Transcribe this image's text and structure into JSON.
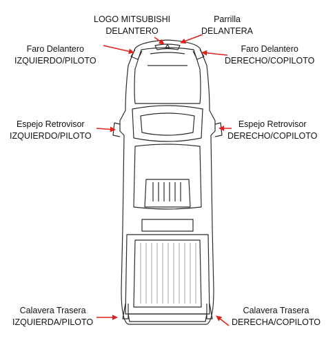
{
  "labels": {
    "logo": {
      "line1": "LOGO MITSUBISHI",
      "line2": "DELANTERO"
    },
    "grille": {
      "line1": "Parrilla",
      "line2": "DELANTERA"
    },
    "headlight_left": {
      "line1": "Faro Delantero",
      "line2": "IZQUIERDO/PILOTO"
    },
    "headlight_right": {
      "line1": "Faro Delantero",
      "line2": "DERECHO/COPILOTO"
    },
    "mirror_left": {
      "line1": "Espejo Retrovisor",
      "line2": "IZQUIERDO/PILOTO"
    },
    "mirror_right": {
      "line1": "Espejo Retrovisor",
      "line2": "DERECHO/COPILOTO"
    },
    "taillight_left": {
      "line1": "Calavera Trasera",
      "line2": "IZQUIERDA/PILOTO"
    },
    "taillight_right": {
      "line1": "Calavera Trasera",
      "line2": "DERECHA/COPILOTO"
    }
  },
  "colors": {
    "arrow": "#e0201b",
    "outline": "#2b2b2b",
    "detail": "#9a9a9a"
  }
}
